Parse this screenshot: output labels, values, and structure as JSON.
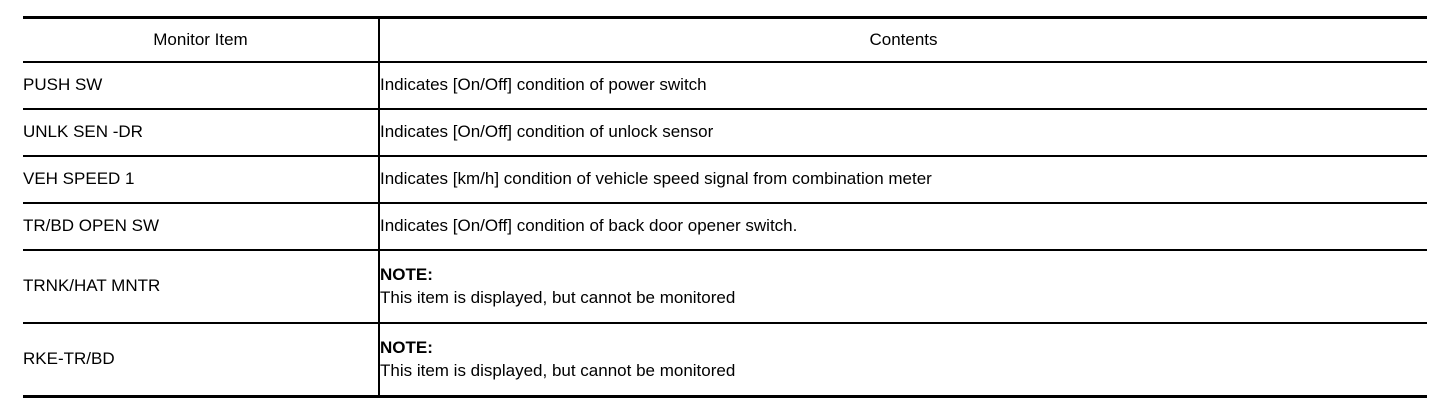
{
  "table": {
    "headers": {
      "item": "Monitor Item",
      "contents": "Contents"
    },
    "rows": [
      {
        "item": "PUSH SW",
        "type": "text",
        "contents": "Indicates [On/Off] condition of power switch"
      },
      {
        "item": "UNLK SEN -DR",
        "type": "text",
        "contents": "Indicates [On/Off] condition of unlock sensor"
      },
      {
        "item": "VEH SPEED 1",
        "type": "text",
        "contents": "Indicates [km/h] condition of vehicle speed signal from combination meter"
      },
      {
        "item": "TR/BD OPEN SW",
        "type": "text",
        "contents": "Indicates [On/Off] condition of back door opener switch."
      },
      {
        "item": "TRNK/HAT MNTR",
        "type": "note",
        "note_label": "NOTE:",
        "note_body": "This item is displayed, but cannot be monitored"
      },
      {
        "item": "RKE-TR/BD",
        "type": "note",
        "note_label": "NOTE:",
        "note_body": "This item is displayed, but cannot be monitored"
      }
    ]
  },
  "colors": {
    "rule": "#000000",
    "text": "#000000",
    "background": "#ffffff"
  }
}
